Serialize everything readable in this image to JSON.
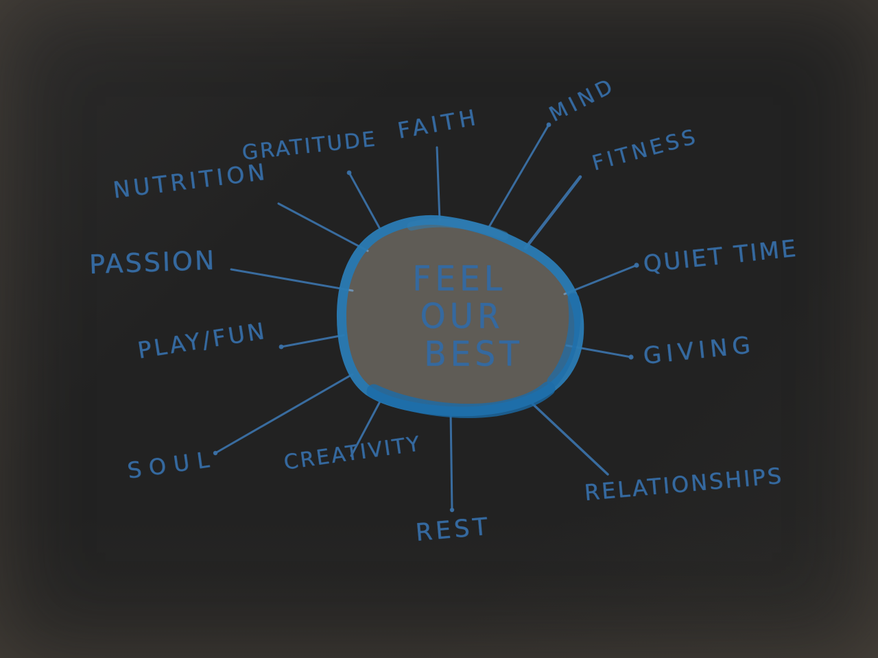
{
  "diagram": {
    "type": "mind-map",
    "medium": "hand-drawn marker on cream paper",
    "center": {
      "line1": "FEEL",
      "line2": "OUR",
      "line3": "BEST"
    },
    "branches": [
      {
        "id": "nutrition",
        "label": "NUTRITION"
      },
      {
        "id": "gratitude",
        "label": "GRATITUDE"
      },
      {
        "id": "faith",
        "label": "FAITH"
      },
      {
        "id": "mind",
        "label": "MIND"
      },
      {
        "id": "fitness",
        "label": "FITNESS"
      },
      {
        "id": "quiet-time",
        "label": "QUIET TIME"
      },
      {
        "id": "giving",
        "label": "GIVING"
      },
      {
        "id": "relationships",
        "label": "RELATIONSHIPS"
      },
      {
        "id": "rest",
        "label": "REST"
      },
      {
        "id": "creativity",
        "label": "CREATIVITY"
      },
      {
        "id": "soul",
        "label": "SOUL"
      },
      {
        "id": "play-fun",
        "label": "PLAY/FUN"
      },
      {
        "id": "passion",
        "label": "PASSION"
      }
    ],
    "colors": {
      "ink": "#35699f",
      "marker_outline": "#2679b4",
      "marker_outline_dark": "#15639f",
      "paper": "#e7ddc7"
    }
  }
}
